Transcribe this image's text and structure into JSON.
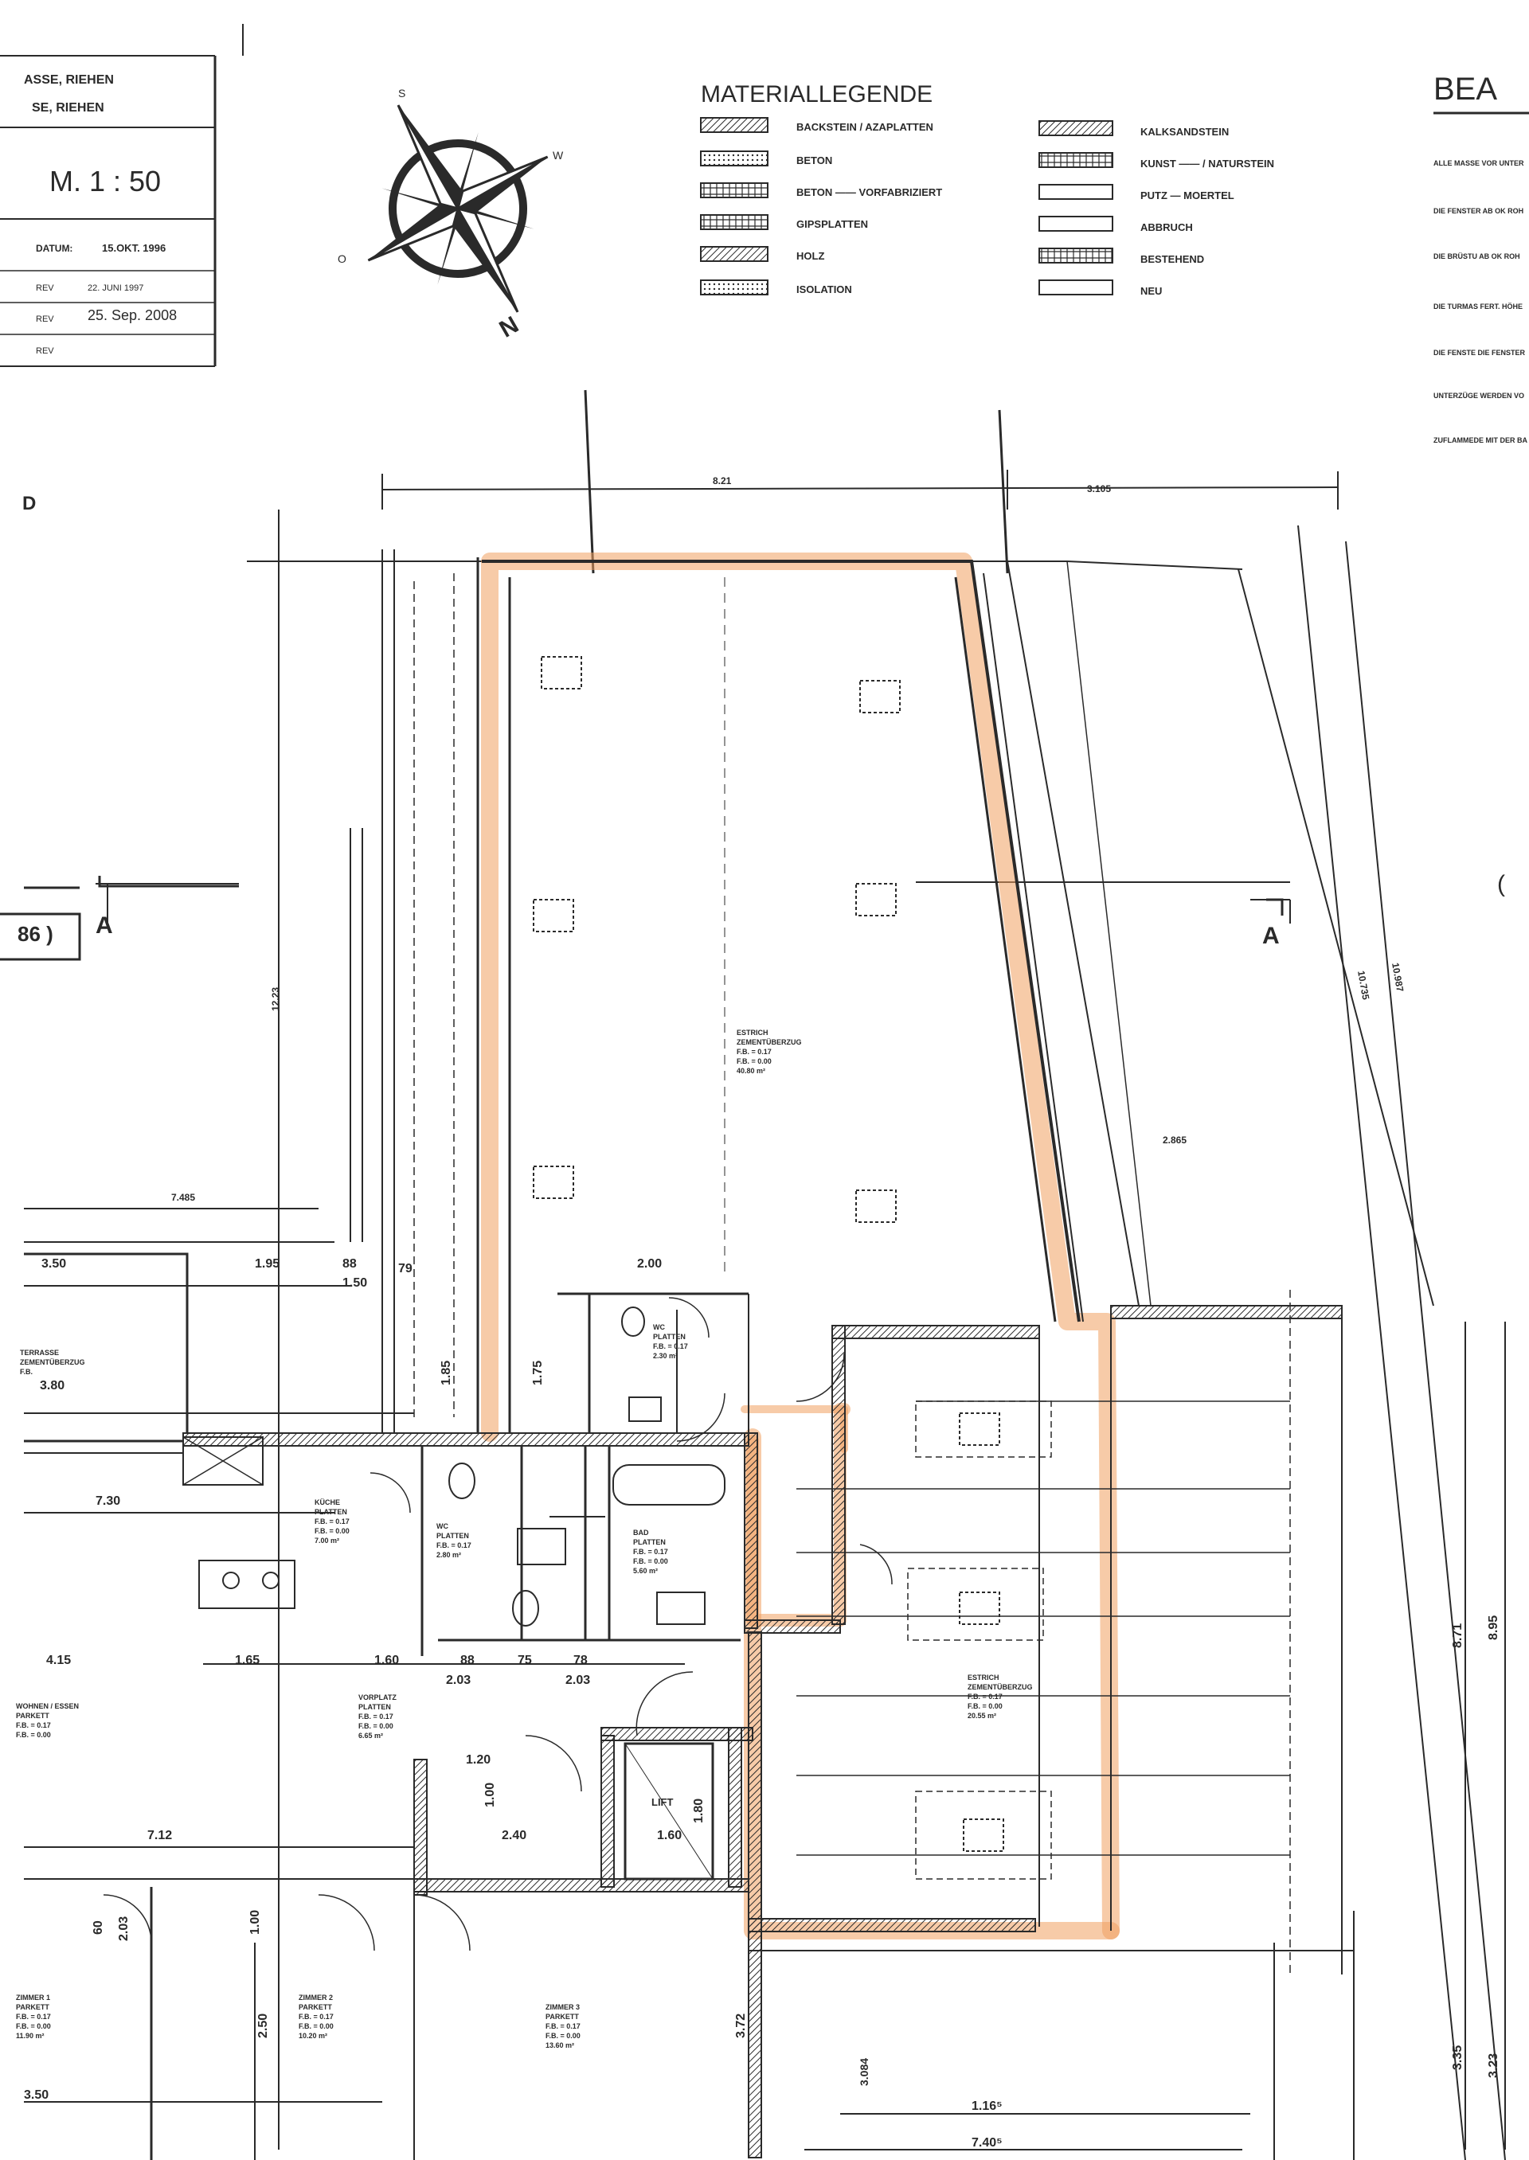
{
  "colors": {
    "ink": "#2a2a2a",
    "highlight": "#f0a060",
    "paper": "#ffffff"
  },
  "title_block": {
    "line1": "ASSE, RIEHEN",
    "line2": "SE, RIEHEN",
    "scale": "M. 1 : 50",
    "datum_label": "DATUM:",
    "datum_value": "15.OKT. 1996",
    "rev1_label": "REV",
    "rev1_value": "22. JUNI 1997",
    "rev2_label": "REV",
    "rev2_value": "25. Sep. 2008",
    "rev3_label": "REV"
  },
  "compass": {
    "n": "N",
    "s": "S",
    "o": "O",
    "w": "W"
  },
  "legend": {
    "title": "MATERIALLEGENDE",
    "items_left": [
      "BACKSTEIN / AZAPLATTEN",
      "BETON",
      "BETON —— VORFABRIZIERT",
      "GIPSPLATTEN",
      "HOLZ",
      "ISOLATION"
    ],
    "items_right": [
      "KALKSANDSTEIN",
      "KUNST —— / NATURSTEIN",
      "PUTZ — MOERTEL",
      "ABBRUCH",
      "BESTEHEND",
      "NEU"
    ]
  },
  "header_right": "BEA",
  "notes": [
    "ALLE MASSE VOR UNTER",
    "DIE FENSTER AB OK ROH",
    "DIE BRÜSTU AB OK ROH",
    "DIE TURMAS FERT. HÖHE",
    "DIE FENSTE DIE FENSTER",
    "UNTERZÜGE WERDEN VO",
    "ZUFLAMMEDE MIT DER BA"
  ],
  "section_marks": {
    "left": "A",
    "right": "A",
    "left_ref": "86 )"
  },
  "dimensions": {
    "top1": "8.21",
    "top2": "3.105",
    "left_h": "12.23",
    "right1": "10.735",
    "right2": "10.987",
    "mid": "2.865",
    "d_7485": "7.485",
    "d_350": "3.50",
    "d_195": "1.95",
    "d_88": "88",
    "d_79": "79",
    "d_150": "1.50",
    "d_200": "2.00",
    "d_185": "1.85",
    "d_380": "3.80",
    "d_175": "1.75",
    "d_730": "7.30",
    "d_415": "4.15",
    "d_165": "1.65",
    "d_160": "1.60",
    "d_88b": "88",
    "d_75": "75",
    "d_78": "78",
    "d_203a": "2.03",
    "d_203b": "2.03",
    "d_712": "7.12",
    "d_100": "1.00",
    "d_60": "60",
    "d_203c": "2.03",
    "d_350b": "3.50",
    "d_250": "2.50",
    "d_372": "3.72",
    "d_3084": "3.084",
    "d_1165": "1.16⁵",
    "d_7405": "7.40⁵",
    "d_335": "3.35",
    "d_323": "3.23",
    "d_871": "8.71",
    "d_895": "8.95",
    "d_160b": "1.60",
    "d_180": "1.80",
    "d_120": "1.20",
    "d_100b": "1.00",
    "d_240": "2.40"
  },
  "rooms": {
    "estrich_top": [
      "ESTRICH",
      "ZEMENTÜBERZUG",
      "F.B. = 0.17",
      "F.B. = 0.00",
      "40.80 m²"
    ],
    "estrich_right": [
      "ESTRICH",
      "ZEMENTÜBERZUG",
      "F.B. = 0.17",
      "F.B. = 0.00",
      "20.55 m²"
    ],
    "kueche": [
      "KÜCHE",
      "PLATTEN",
      "F.B. = 0.17",
      "F.B. = 0.00",
      "7.00 m²"
    ],
    "wc_top": [
      "WC",
      "PLATTEN",
      "F.B. = 0.17",
      "2.30 m²"
    ],
    "wc_mid": [
      "WC",
      "PLATTEN",
      "F.B. = 0.17",
      "2.80 m²"
    ],
    "bad": [
      "BAD",
      "PLATTEN",
      "F.B. = 0.17",
      "F.B. = 0.00",
      "5.60 m²"
    ],
    "vorplatz": [
      "VORPLATZ",
      "PLATTEN",
      "F.B. = 0.17",
      "F.B. = 0.00",
      "6.65 m²"
    ],
    "wohnen": [
      "WOHNEN / ESSEN",
      "PARKETT",
      "F.B. = 0.17",
      "F.B. = 0.00"
    ],
    "terrasse": [
      "TERRASSE",
      "ZEMENTÜBERZUG",
      "F.B."
    ],
    "zimmer1": [
      "ZIMMER 1",
      "PARKETT",
      "F.B. = 0.17",
      "F.B. = 0.00",
      "11.90 m²"
    ],
    "zimmer2": [
      "ZIMMER 2",
      "PARKETT",
      "F.B. = 0.17",
      "F.B. = 0.00",
      "10.20 m²"
    ],
    "zimmer3": [
      "ZIMMER 3",
      "PARKETT",
      "F.B. = 0.17",
      "F.B. = 0.00",
      "13.60 m²"
    ],
    "lift": "LIFT"
  }
}
